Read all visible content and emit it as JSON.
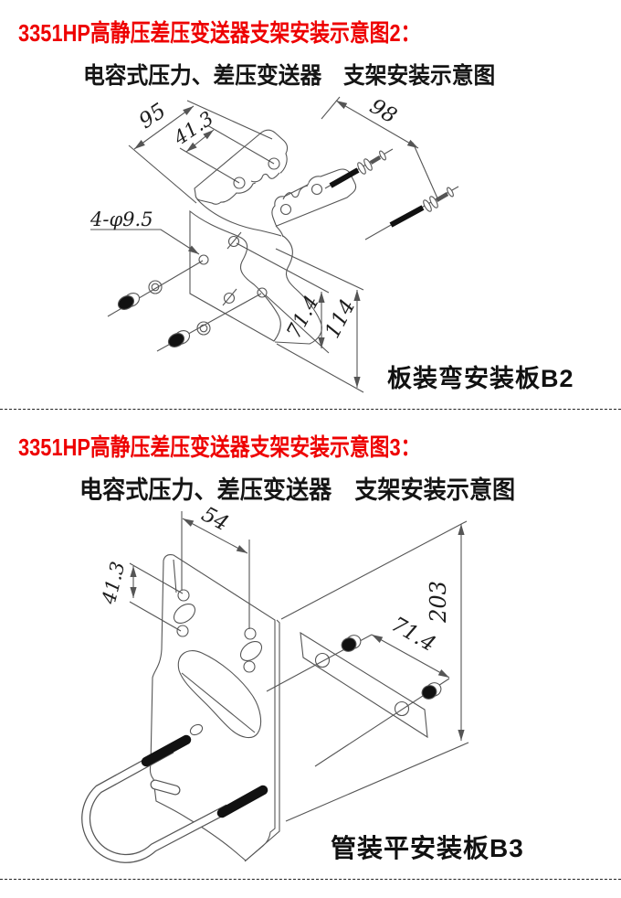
{
  "colors": {
    "heading_red": "#ee0000",
    "line": "#555555",
    "text": "#1d1d1d"
  },
  "sections": [
    {
      "heading": "3351HP高静压差压变送器支架安装示意图2：",
      "title": "电容式压力、差压变送器　支架安装示意图",
      "part_label": "板装弯安装板B2",
      "dims": {
        "flange_width": "95",
        "slot_span": "41.3",
        "screw_span": "98",
        "hole_note": "4-φ9.5",
        "hole_row_span": "71.4",
        "plate_height": "114"
      }
    },
    {
      "heading": "3351HP高静压差压变送器支架安装示意图3：",
      "title": "电容式压力、差压变送器　支架安装示意图",
      "part_label": "管装平安装板B3",
      "dims": {
        "top_hole_span": "54",
        "left_hole_span": "41.3",
        "plate_height": "203",
        "bolt_span": "71.4"
      }
    }
  ]
}
